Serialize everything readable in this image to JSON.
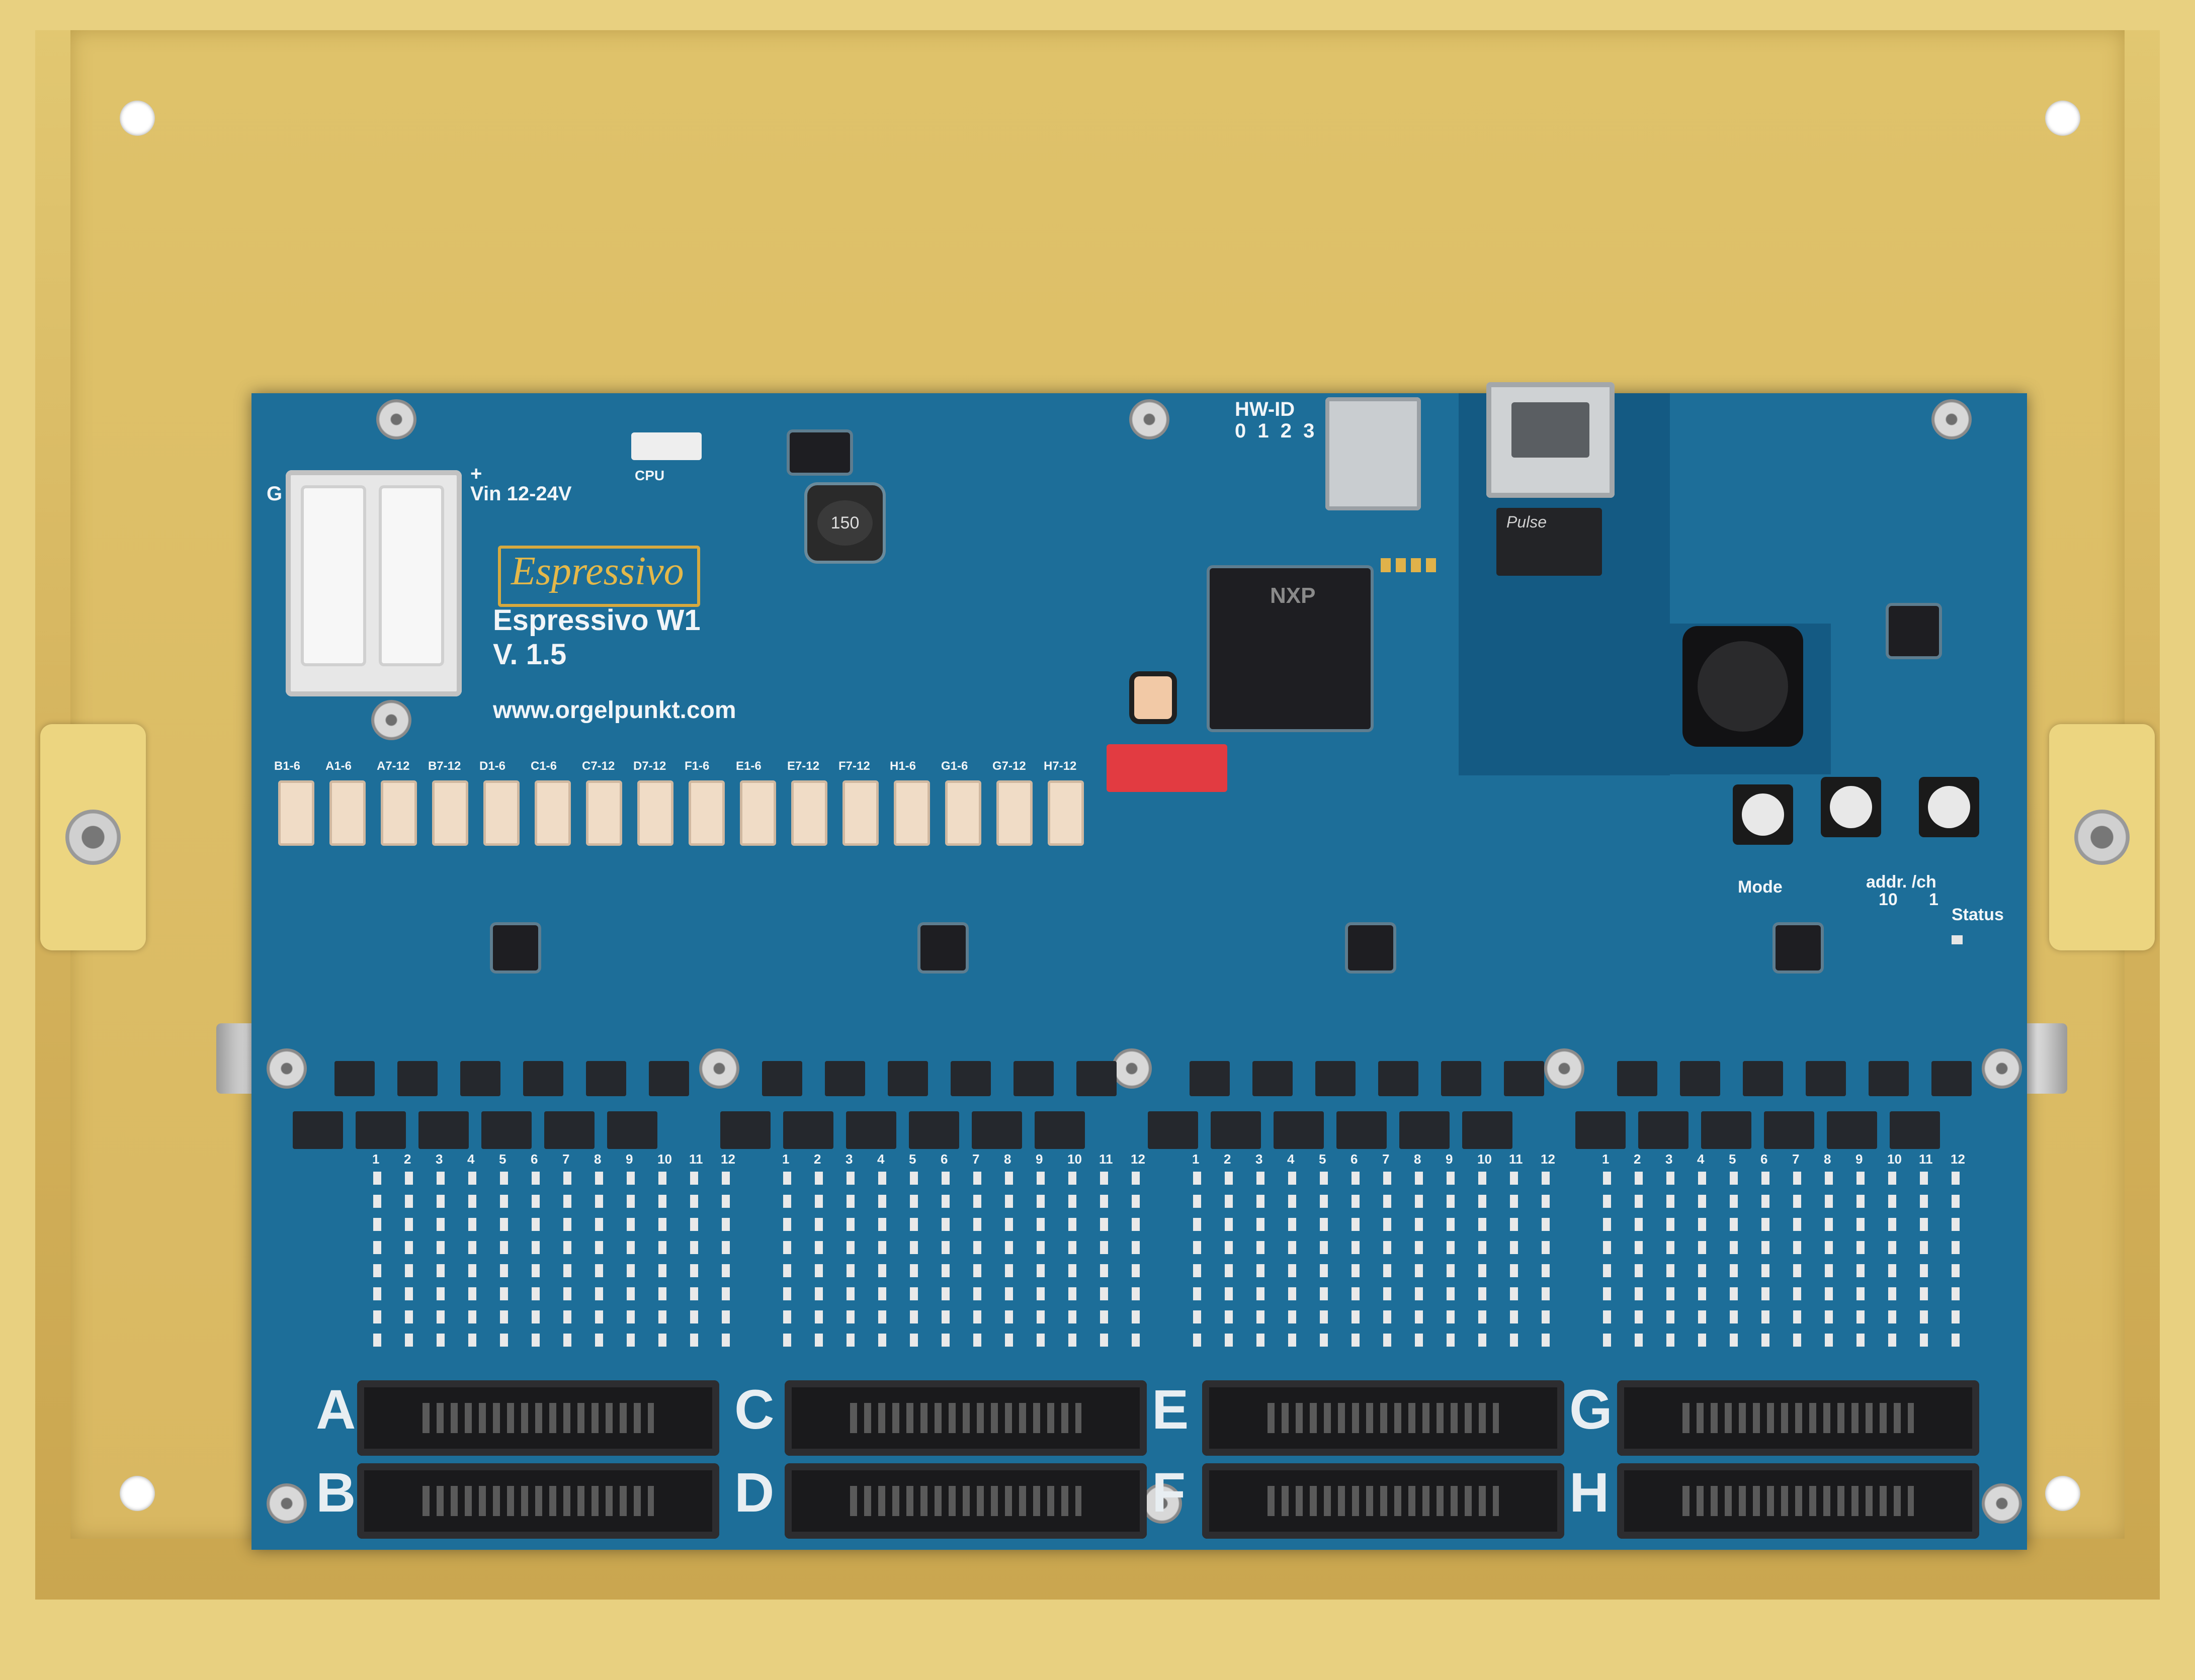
{
  "board": {
    "brand_logo": "Espressivo",
    "model": "Espressivo W1",
    "version": "V. 1.5",
    "url": "www.orgelpunkt.com",
    "power_label": "Vin 12-24V",
    "power_plus": "+",
    "power_gnd": "G",
    "cpu_label": "CPU",
    "hwid_label": "HW-ID",
    "hwid_digits": "0 1 2 3",
    "mode_label": "Mode",
    "addr_label": "addr. /ch",
    "addr_10": "10",
    "addr_1": "1",
    "status_label": "Status",
    "mcu_brand": "NXP",
    "mag_brand": "Pulse"
  },
  "fuse_labels": [
    "B1-6",
    "A1-6",
    "A7-12",
    "B7-12",
    "D1-6",
    "C1-6",
    "C7-12",
    "D7-12",
    "F1-6",
    "E1-6",
    "E7-12",
    "F7-12",
    "H1-6",
    "G1-6",
    "G7-12",
    "H7-12"
  ],
  "ports": {
    "top": [
      "A",
      "C",
      "E",
      "G"
    ],
    "bottom": [
      "B",
      "D",
      "F",
      "H"
    ]
  },
  "pin_numbers": [
    "1",
    "2",
    "3",
    "4",
    "5",
    "6",
    "7",
    "8",
    "9",
    "10",
    "11",
    "12"
  ]
}
